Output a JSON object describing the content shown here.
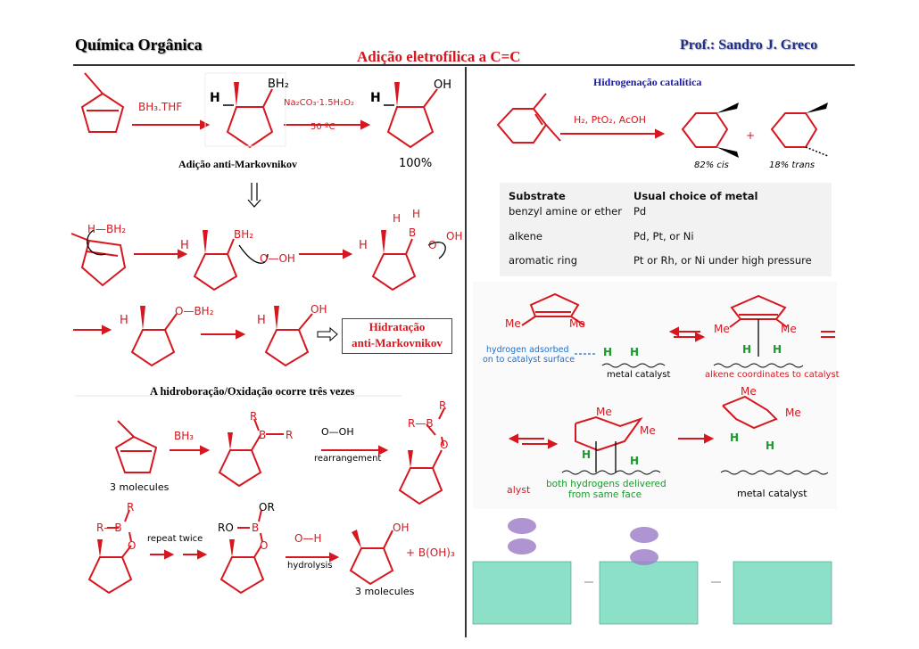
{
  "header": {
    "left_title": "Química Orgânica",
    "center_title": "Adição eletrofílica a C=C",
    "right_title": "Prof.: Sandro J. Greco"
  },
  "left": {
    "reagent1": "BH₃.THF",
    "bh2": "BH₂",
    "h": "H",
    "oh": "OH",
    "oxid_reagent": "Na₂CO₃·1.5H₂O₂",
    "temp": "50 ºC",
    "anti_mark": "Adição anti-Markovnikov",
    "yield": "100%",
    "b": "B",
    "ooh": "O—OH",
    "o": "O",
    "hidratacao_line1": "Hidratação",
    "hidratacao_line2": "anti-Markovnikov",
    "three_times": "A hidroboração/Oxidação ocorre três vezes",
    "bh3": "BH₃",
    "r": "R",
    "rearrangement": "rearrangement",
    "three_molecules": "3 molecules",
    "repeat_twice": "repeat twice",
    "ro": "RO",
    "or": "OR",
    "oh_minus": "O—H",
    "hydrolysis": "hydrolysis",
    "boh3": "+ B(OH)₃",
    "three_molecules_2": "3 molecules"
  },
  "right": {
    "title": "Hidrogenação catalítica",
    "reagent": "H₂, PtO₂, AcOH",
    "plus": "+",
    "cis": "82% cis",
    "trans": "18% trans",
    "table": {
      "headers": [
        "Substrate",
        "Usual choice of metal"
      ],
      "rows": [
        [
          "benzyl amine or ether",
          "Pd"
        ],
        [
          "alkene",
          "Pd, Pt, or Ni"
        ],
        [
          "aromatic ring",
          "Pt or Rh, or Ni under high pressure"
        ]
      ]
    },
    "me": "Me",
    "h": "H",
    "adsorbed_1": "hydrogen adsorbed",
    "adsorbed_2": "on to catalyst surface",
    "metal_catalyst": "metal catalyst",
    "alkene_coord": "alkene coordinates to catalyst",
    "alyst": "alyst",
    "both_h_1": "both hydrogens delivered",
    "both_h_2": "from same face",
    "metal_catalyst_2": "metal catalyst"
  }
}
